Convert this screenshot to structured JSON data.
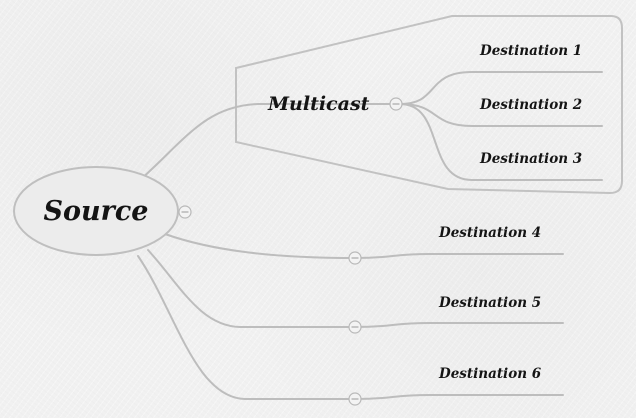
{
  "diagram": {
    "type": "mind-map",
    "root": {
      "label": "Source"
    },
    "multicast": {
      "label": "Multicast",
      "children": [
        {
          "label": "Destination 1"
        },
        {
          "label": "Destination 2"
        },
        {
          "label": "Destination 3"
        }
      ]
    },
    "direct_children": [
      {
        "label": "Destination 4"
      },
      {
        "label": "Destination 5"
      },
      {
        "label": "Destination 6"
      }
    ],
    "colors": {
      "background": "#f1f1f1",
      "line": "#bdbdbd",
      "text": "#141414"
    }
  }
}
